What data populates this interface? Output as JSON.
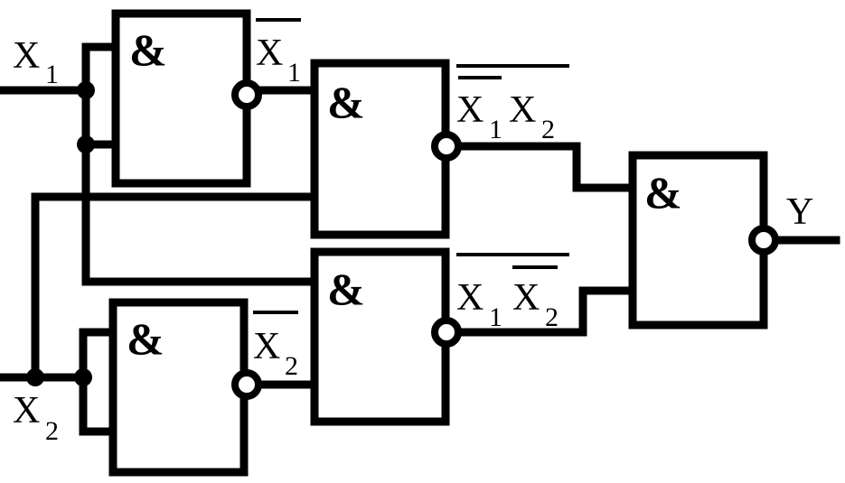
{
  "colors": {
    "ink": "#000000",
    "background": "#ffffff"
  },
  "gates": {
    "g1": {
      "symbol": "&"
    },
    "g2": {
      "symbol": "&"
    },
    "g3": {
      "symbol": "&"
    },
    "g4": {
      "symbol": "&"
    },
    "g5": {
      "symbol": "&"
    }
  },
  "labels": {
    "x1_in": {
      "letter": "X",
      "sub": "1"
    },
    "x2_in": {
      "letter": "X",
      "sub": "2"
    },
    "nx1": {
      "letter": "X",
      "sub": "1"
    },
    "nx2": {
      "letter": "X",
      "sub": "2"
    },
    "p1": {
      "a_letter": "X",
      "a_sub": "1",
      "b_letter": "X",
      "b_sub": "2"
    },
    "p2": {
      "a_letter": "X",
      "a_sub": "1",
      "b_letter": "X",
      "b_sub": "2"
    },
    "y": "Y"
  }
}
